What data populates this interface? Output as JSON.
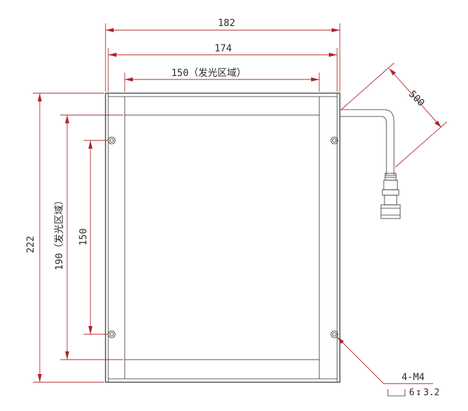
{
  "dimensions": {
    "overall_width": "182",
    "inner_width": "174",
    "emitting_width": "150（发光区域）",
    "overall_height": "222",
    "emitting_height": "190（发光区域）",
    "hole_spacing_vertical": "150",
    "cable_length": "500"
  },
  "callout": {
    "thread": "4-M4",
    "depth_note": "6",
    "depth_value": "3.2",
    "depth_symbol": "↧"
  },
  "colors": {
    "dimension_line": "#b0262b",
    "outline": "#2b2b2b"
  }
}
